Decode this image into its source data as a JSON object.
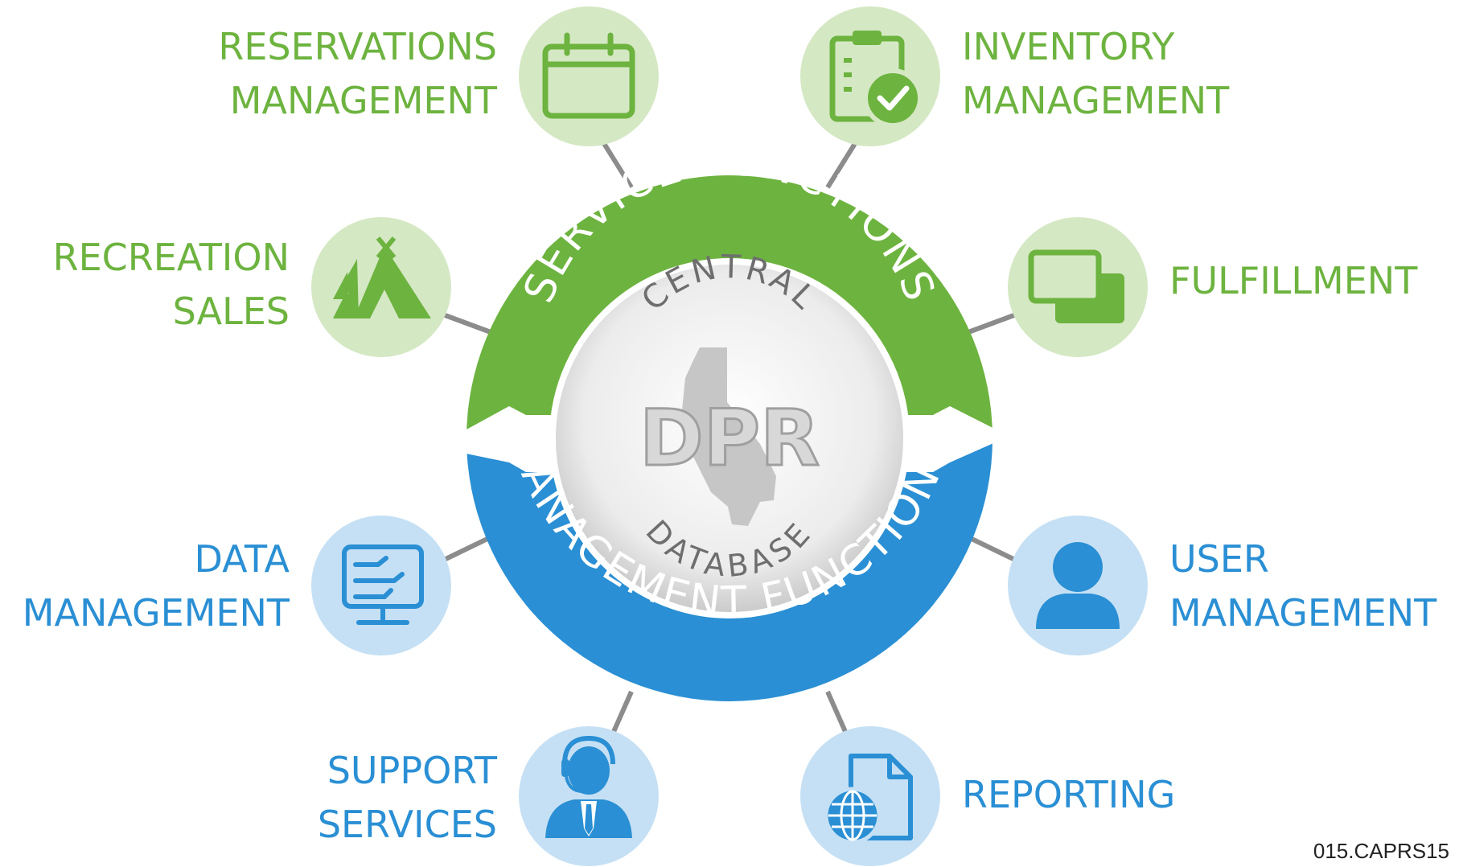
{
  "colors": {
    "service_green": "#6db33f",
    "service_circle_fill": "#d5e8c4",
    "management_blue": "#2a8fd4",
    "management_circle_fill": "#c5e0f4",
    "connector_gray": "#8c8c8c",
    "core_gray": "#d9d9d9",
    "text_gray": "#6e6e6e"
  },
  "center": {
    "arc_top_text": "SERVICE FUNCTIONS",
    "arc_bottom_text": "MANAGEMENT FUNCTIONS",
    "core_top_text": "CENTRAL",
    "core_bottom_text": "DATABASE",
    "logo_text": "DPR"
  },
  "nodes": [
    {
      "id": "reservations",
      "group": "service",
      "icon": "calendar-icon",
      "lines": [
        "RESERVATIONS",
        "MANAGEMENT"
      ]
    },
    {
      "id": "inventory",
      "group": "service",
      "icon": "clipboard-check-icon",
      "lines": [
        "INVENTORY",
        "MANAGEMENT"
      ]
    },
    {
      "id": "recreation",
      "group": "service",
      "icon": "tent-trees-icon",
      "lines": [
        "RECREATION",
        "SALES"
      ]
    },
    {
      "id": "fulfillment",
      "group": "service",
      "icon": "cards-icon",
      "lines": [
        "FULFILLMENT"
      ]
    },
    {
      "id": "data",
      "group": "management",
      "icon": "monitor-circuit-icon",
      "lines": [
        "DATA",
        "MANAGEMENT"
      ]
    },
    {
      "id": "user",
      "group": "management",
      "icon": "user-icon",
      "lines": [
        "USER",
        "MANAGEMENT"
      ]
    },
    {
      "id": "support",
      "group": "management",
      "icon": "headset-agent-icon",
      "lines": [
        "SUPPORT",
        "SERVICES"
      ]
    },
    {
      "id": "reporting",
      "group": "management",
      "icon": "globe-document-icon",
      "lines": [
        "REPORTING"
      ]
    }
  ],
  "footer_code": "015.CAPRS15"
}
